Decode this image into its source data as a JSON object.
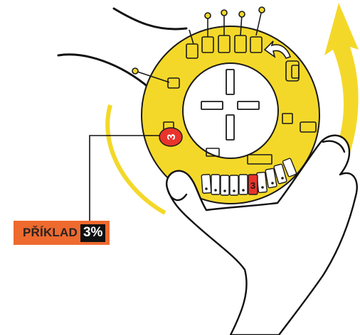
{
  "colors": {
    "dial": "#f4d829",
    "dial_stroke": "#1a1a1a",
    "arrow": "#f4d829",
    "label_background": "#ee6a2f",
    "marker_red": "#e8342c",
    "value_background": "#111111"
  },
  "icons": {
    "rotation_arrow": "curved-arrow-icon",
    "crosshair": "crosshair-icon",
    "small_arrow": "small-arrow-icon"
  },
  "dial": {
    "indicator_number": "3",
    "scale_marked_number": "3"
  },
  "callout": {
    "label": "PŘÍKLAD",
    "value": "3%"
  }
}
